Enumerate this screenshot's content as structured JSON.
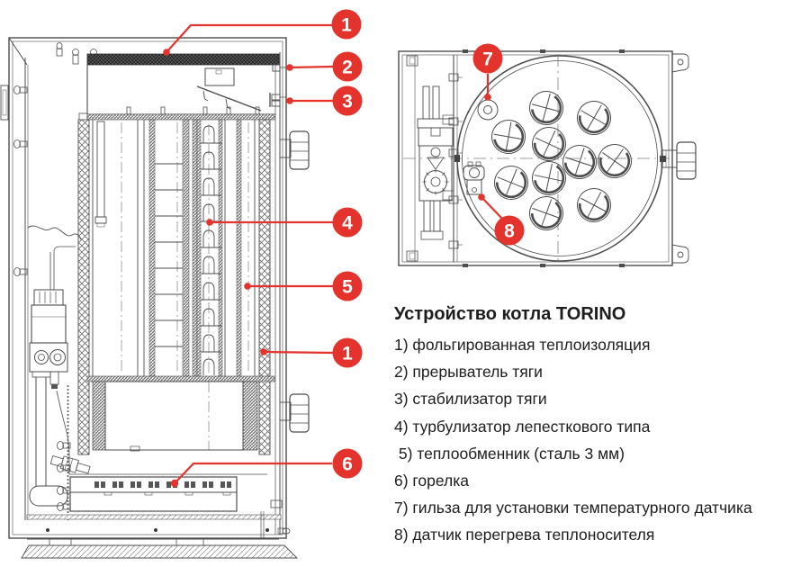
{
  "colors": {
    "callout_red": "#e4332c",
    "drawing_line": "#4c4c4c",
    "text_color": "#1d1d1d",
    "background": "#ffffff"
  },
  "side_view": {
    "callouts": [
      {
        "label": "1"
      },
      {
        "label": "2"
      },
      {
        "label": "3"
      },
      {
        "label": "4"
      },
      {
        "label": "5"
      },
      {
        "label": "1"
      },
      {
        "label": "6"
      }
    ]
  },
  "top_view": {
    "callouts": [
      {
        "label": "7"
      },
      {
        "label": "8"
      }
    ]
  },
  "legend": {
    "title": "Устройство котла TORINO",
    "items": [
      "1) фольгированная теплоизоляция",
      "2) прерыватель тяги",
      "3) стабилизатор тяги",
      "4) турбулизатор лепесткового типа",
      " 5) теплообменник (сталь 3 мм)",
      "6) горелка",
      "7) гильза для установки температурного датчика",
      "8) датчик перегрева теплоносителя"
    ]
  }
}
